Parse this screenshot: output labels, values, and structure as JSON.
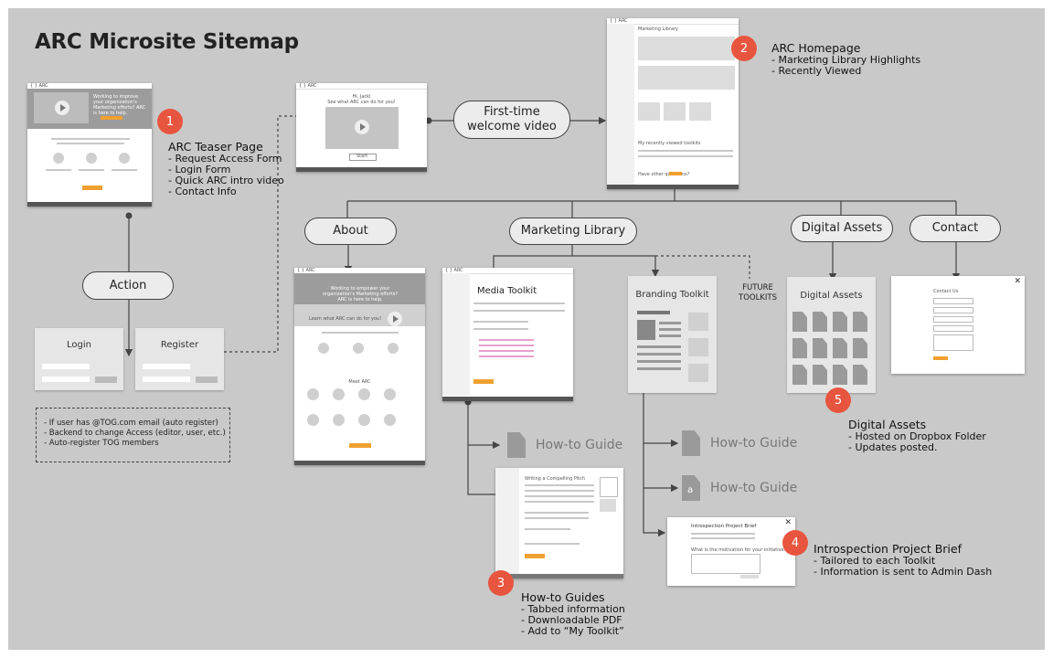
{
  "title": "ARC Microsite Sitemap",
  "colors": {
    "background": "#c9c9c9",
    "accent": "#e8553f",
    "node": "#ececec",
    "line": "#444444",
    "cta": "#f0a030"
  },
  "nodes": {
    "first_time_line1": "First-time",
    "first_time_line2": "welcome video",
    "action": "Action",
    "about": "About",
    "marketing_library": "Marketing Library",
    "digital_assets": "Digital Assets",
    "contact": "Contact"
  },
  "cards": {
    "login": "Login",
    "register": "Register",
    "branding_toolkit": "Branding Toolkit",
    "digital_assets": "Digital Assets",
    "media_toolkit": "Media Toolkit"
  },
  "future_toolkits": [
    "FUTURE",
    "TOOLKITS"
  ],
  "howto": [
    "How-to Guide",
    "How-to Guide",
    "How-to Guide"
  ],
  "howto_doc_letter": "a",
  "sections": [
    {
      "num": "1",
      "heading": "ARC Teaser Page",
      "items": [
        "- Request Access Form",
        "- Login Form",
        "- Quick ARC intro video",
        "- Contact Info"
      ]
    },
    {
      "num": "2",
      "heading": "ARC Homepage",
      "items": [
        "- Marketing Library Highlights",
        "- Recently Viewed"
      ]
    },
    {
      "num": "3",
      "heading": "How-to Guides",
      "items": [
        "- Tabbed information",
        "- Downloadable PDF",
        "- Add to “My Toolkit”"
      ]
    },
    {
      "num": "4",
      "heading": "Introspection Project Brief",
      "items": [
        "- Tailored to each Toolkit",
        "- Information is sent to Admin Dash"
      ]
    },
    {
      "num": "5",
      "heading": "Digital Assets",
      "items": [
        "- Hosted on Dropbox Folder",
        "- Updates posted."
      ]
    }
  ],
  "notes": [
    "- If user has @TOG.com email (auto register)",
    "- Backend to change Access (editor, user, etc.)",
    "- Auto-register TOG members"
  ],
  "mini": {
    "logo": "{ } ARC",
    "welcome_greeting": "Hi, Jackl",
    "welcome_question": "See what ARC can do for you!",
    "start_button": "Start",
    "teaser_headline": "Working to improve your organization's Marketing efforts? ARC is here to help.",
    "homepage_heading": "Marketing Library",
    "recently_viewed": "My recently viewed toolkits",
    "more_questions": "Have other questions?",
    "about_headline": "Working to empower your organization's Marketing efforts? ARC is here to help.",
    "about_question": "Learn what ARC can do for you!",
    "about_meet": "Meet ARC",
    "contact_heading": "Contact Us",
    "brief_heading": "Introspection Project Brief",
    "brief_question": "What is the motivation for your initiative?",
    "howto_heading": "Writing a Compelling Pitch"
  }
}
